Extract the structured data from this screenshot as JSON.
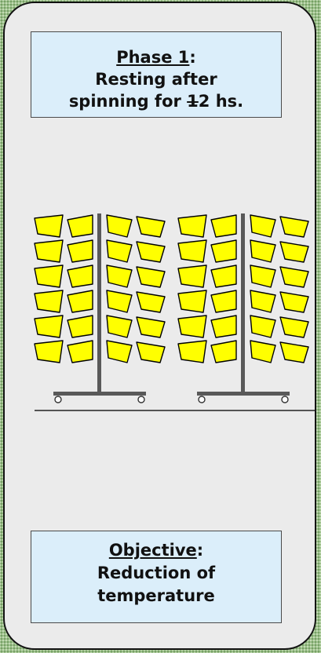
{
  "phase_box": {
    "heading": "Phase 1",
    "heading_suffix": ":",
    "line2": "Resting after",
    "line3_prefix": "spinning for ",
    "line3_struck": "1",
    "line3_number": "2",
    "line3_suffix": " hs."
  },
  "objective_box": {
    "heading": "Objective",
    "heading_suffix": ":",
    "line2": "Reduction of",
    "line3": "temperature"
  },
  "colors": {
    "background_pattern": "#9cbf8a",
    "panel": "#ebebeb",
    "text_box": "#dbeefa",
    "wedge_fill": "#ffff00",
    "rack_frame": "#595959"
  },
  "racks": {
    "count": 2,
    "tiers_per_rack": 6,
    "wedges_per_tier": 4
  }
}
